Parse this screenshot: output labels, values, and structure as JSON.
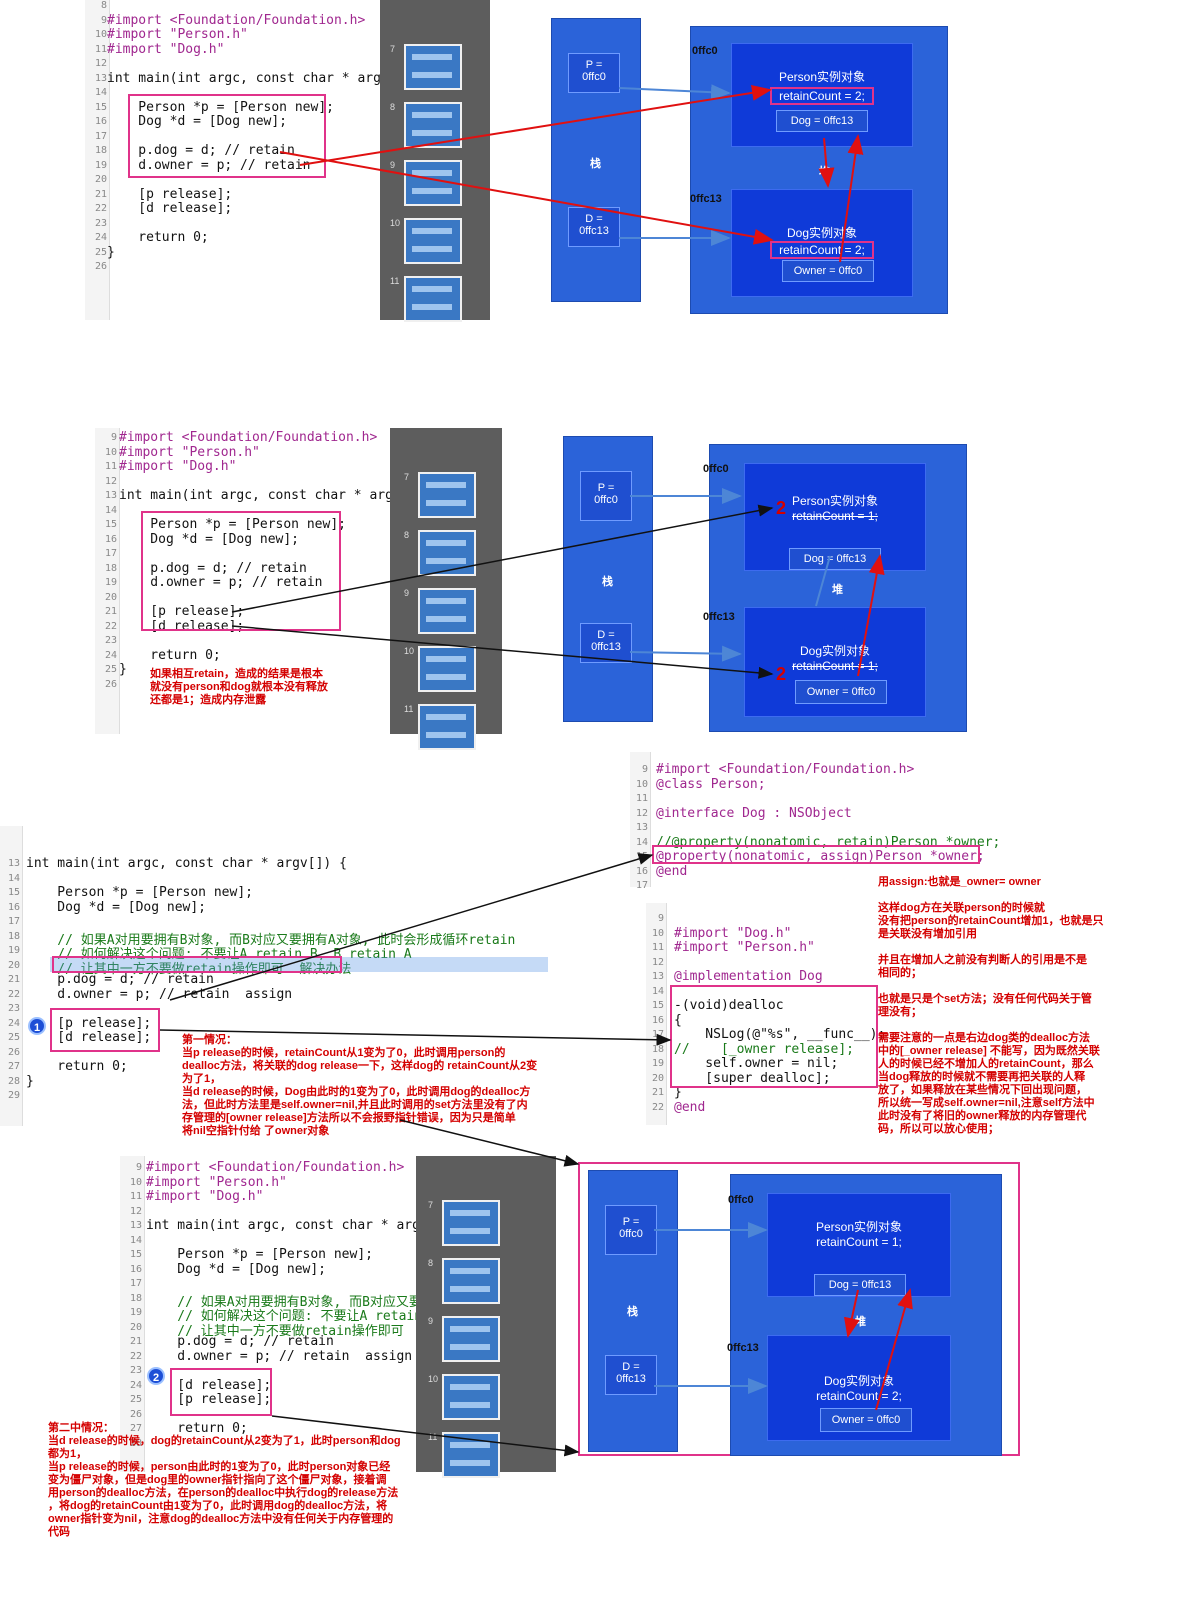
{
  "diagram": {
    "stack_label": "栈",
    "heap_label": "堆",
    "p_box": "P =\n0ffc0",
    "d_box": "D =\n0ffc13",
    "addr1": "0ffc0",
    "addr2": "0ffc13",
    "person_title": "Person实例对象",
    "dog_title": "Dog实例对象",
    "dog_field": "Dog = 0ffc13",
    "owner_field": "Owner = 0ffc0"
  },
  "panel1": {
    "lines": [
      "8",
      "9",
      "10",
      "11",
      "12",
      "13",
      "14",
      "15",
      "16",
      "17",
      "18",
      "19",
      "20",
      "21",
      "22",
      "23",
      "24",
      "25",
      "26"
    ],
    "code": [
      "",
      "#import <Foundation/Foundation.h>",
      "#import \"Person.h\"",
      "#import \"Dog.h\"",
      "",
      "int main(int argc, const char * argv",
      "",
      "    Person *p = [Person new];",
      "    Dog *d = [Dog new];",
      "",
      "    p.dog = d; // retain",
      "    d.owner = p; // retain",
      "",
      "    [p release];",
      "    [d release];",
      "",
      "    return 0;",
      "}",
      ""
    ],
    "person_rc": "retainCount = 2;",
    "dog_rc": "retainCount = 2;",
    "thumbs": [
      "7",
      "8",
      "9",
      "10",
      "11"
    ]
  },
  "panel2": {
    "lines": [
      "9",
      "10",
      "11",
      "12",
      "13",
      "14",
      "15",
      "16",
      "17",
      "18",
      "19",
      "20",
      "21",
      "22",
      "23",
      "24",
      "25",
      "26"
    ],
    "code": [
      "#import <Foundation/Foundation.h>",
      "#import \"Person.h\"",
      "#import \"Dog.h\"",
      "",
      "int main(int argc, const char * argv",
      "",
      "    Person *p = [Person new];",
      "    Dog *d = [Dog new];",
      "",
      "    p.dog = d; // retain",
      "    d.owner = p; // retain",
      "",
      "    [p release];",
      "    [d release];",
      "",
      "    return 0;",
      "}",
      ""
    ],
    "person_rc": "retainCount = 1;",
    "dog_rc": "retainCount = 1;",
    "mark": "2",
    "note": "如果相互retain，造成的结果是根本\n就没有person和dog就根本没有释放\n还都是1；造成内存泄露",
    "thumbs": [
      "7",
      "8",
      "9",
      "10",
      "11"
    ]
  },
  "panel3": {
    "lines": [
      "13",
      "14",
      "15",
      "16",
      "17",
      "18",
      "19",
      "20",
      "21",
      "22",
      "23",
      "24",
      "25",
      "26",
      "27",
      "28",
      "29"
    ],
    "code": [
      "int main(int argc, const char * argv[]) {",
      "",
      "    Person *p = [Person new];",
      "    Dog *d = [Dog new];",
      "",
      "    // 如果A对用要拥有B对象, 而B对应又要拥有A对象, 此时会形成循环retain",
      "    // 如何解决这个问题: 不要让A retain B, B retain A",
      "    // 让其中一方不要做retain操作即可  解决办法",
      "    p.dog = d; // retain",
      "    d.owner = p; // retain  assign",
      "",
      "    [p release];",
      "    [d release];",
      "",
      "    return 0;",
      "}",
      ""
    ],
    "badge": "1",
    "note": "第一情况：\n当p release的时候，retainCount从1变为了0，此时调用person的\ndealloc方法，将关联的dog release一下，这样dog的 retainCount从2变\n为了1，\n当d release的时候，Dog由此时的1变为了0，此时调用dog的dealloc方\n法，但此时方法里是self.owner=nil,并且此时调用的set方法里没有了内\n存管理的[owner release]方法所以不会报野指针错误，因为只是简单\n将nil空指针付给 了owner对象"
  },
  "panel4": {
    "lines": [
      "9",
      "10",
      "11",
      "12",
      "13",
      "14",
      "15",
      "16",
      "17"
    ],
    "code": [
      "#import <Foundation/Foundation.h>",
      "@class Person;",
      "",
      "@interface Dog : NSObject",
      "",
      "//@property(nonatomic, retain)Person *owner;",
      "@property(nonatomic, assign)Person *owner;",
      "@end",
      ""
    ]
  },
  "panel5": {
    "lines": [
      "9",
      "10",
      "11",
      "12",
      "13",
      "14",
      "15",
      "16",
      "17",
      "18",
      "19",
      "20",
      "21",
      "22"
    ],
    "code": [
      "",
      "#import \"Dog.h\"",
      "#import \"Person.h\"",
      "",
      "@implementation Dog",
      "",
      "-(void)dealloc",
      "{",
      "    NSLog(@\"%s\", __func__);",
      "//    [_owner release];",
      "    self.owner = nil;",
      "    [super dealloc];",
      "}",
      "@end"
    ]
  },
  "note_right": "用assign:也就是_owner= owner\n\n这样dog方在关联person的时候就\n没有把person的retainCount增加1，也就是只\n是关联没有增加引用\n\n并且在增加人之前没有判断人的引用是不是\n相同的；\n\n也就是只是个set方法；没有任何代码关于管\n理没有；\n\n需要注意的一点是右边dog类的dealloc方法\n中的[_owner release] 不能写，因为既然关联\n人的时候已经不增加人的retainCount，那么\n当dog释放的时候就不需要再把关联的人释\n放了，如果释放在某些情况下回出现问题，\n所以统一写成self.owner=nil,注意self方法中\n此时没有了将旧的owner释放的内存管理代\n码，所以可以放心使用；",
  "panel6": {
    "lines": [
      "9",
      "10",
      "11",
      "12",
      "13",
      "14",
      "15",
      "16",
      "17",
      "18",
      "19",
      "20",
      "21",
      "22",
      "23",
      "24",
      "25",
      "26",
      "27",
      "28"
    ],
    "code": [
      "#import <Foundation/Foundation.h>",
      "#import \"Person.h\"",
      "#import \"Dog.h\"",
      "",
      "int main(int argc, const char * argv",
      "",
      "    Person *p = [Person new];",
      "    Dog *d = [Dog new];",
      "",
      "    // 如果A对用要拥有B对象, 而B对应又要拥",
      "    // 如何解决这个问题: 不要让A retain",
      "    // 让其中一方不要做retain操作即可",
      "    p.dog = d; // retain",
      "    d.owner = p; // retain  assign",
      "",
      "    [d release];",
      "    [p release];",
      "",
      "    return 0;",
      ""
    ],
    "badge": "2",
    "person_rc": "retainCount = 1;",
    "dog_rc": "retainCount = 2;",
    "note": "第二中情况：\n当d release的时候，dog的retainCount从2变为了1，此时person和dog\n都为1，\n当p release的时候，person由此时的1变为了0，此时person对象已经\n变为僵尸对象，但是dog里的owner指针指向了这个僵尸对象，接着调\n用person的dealloc方法，在person的dealloc中执行dog的release方法\n，将dog的retainCount由1变为了0，此时调用dog的dealloc方法，将\nowner指针变为nil，注意dog的dealloc方法中没有任何关于内存管理的\n代码",
    "thumbs": [
      "7",
      "8",
      "9",
      "10",
      "11"
    ]
  }
}
